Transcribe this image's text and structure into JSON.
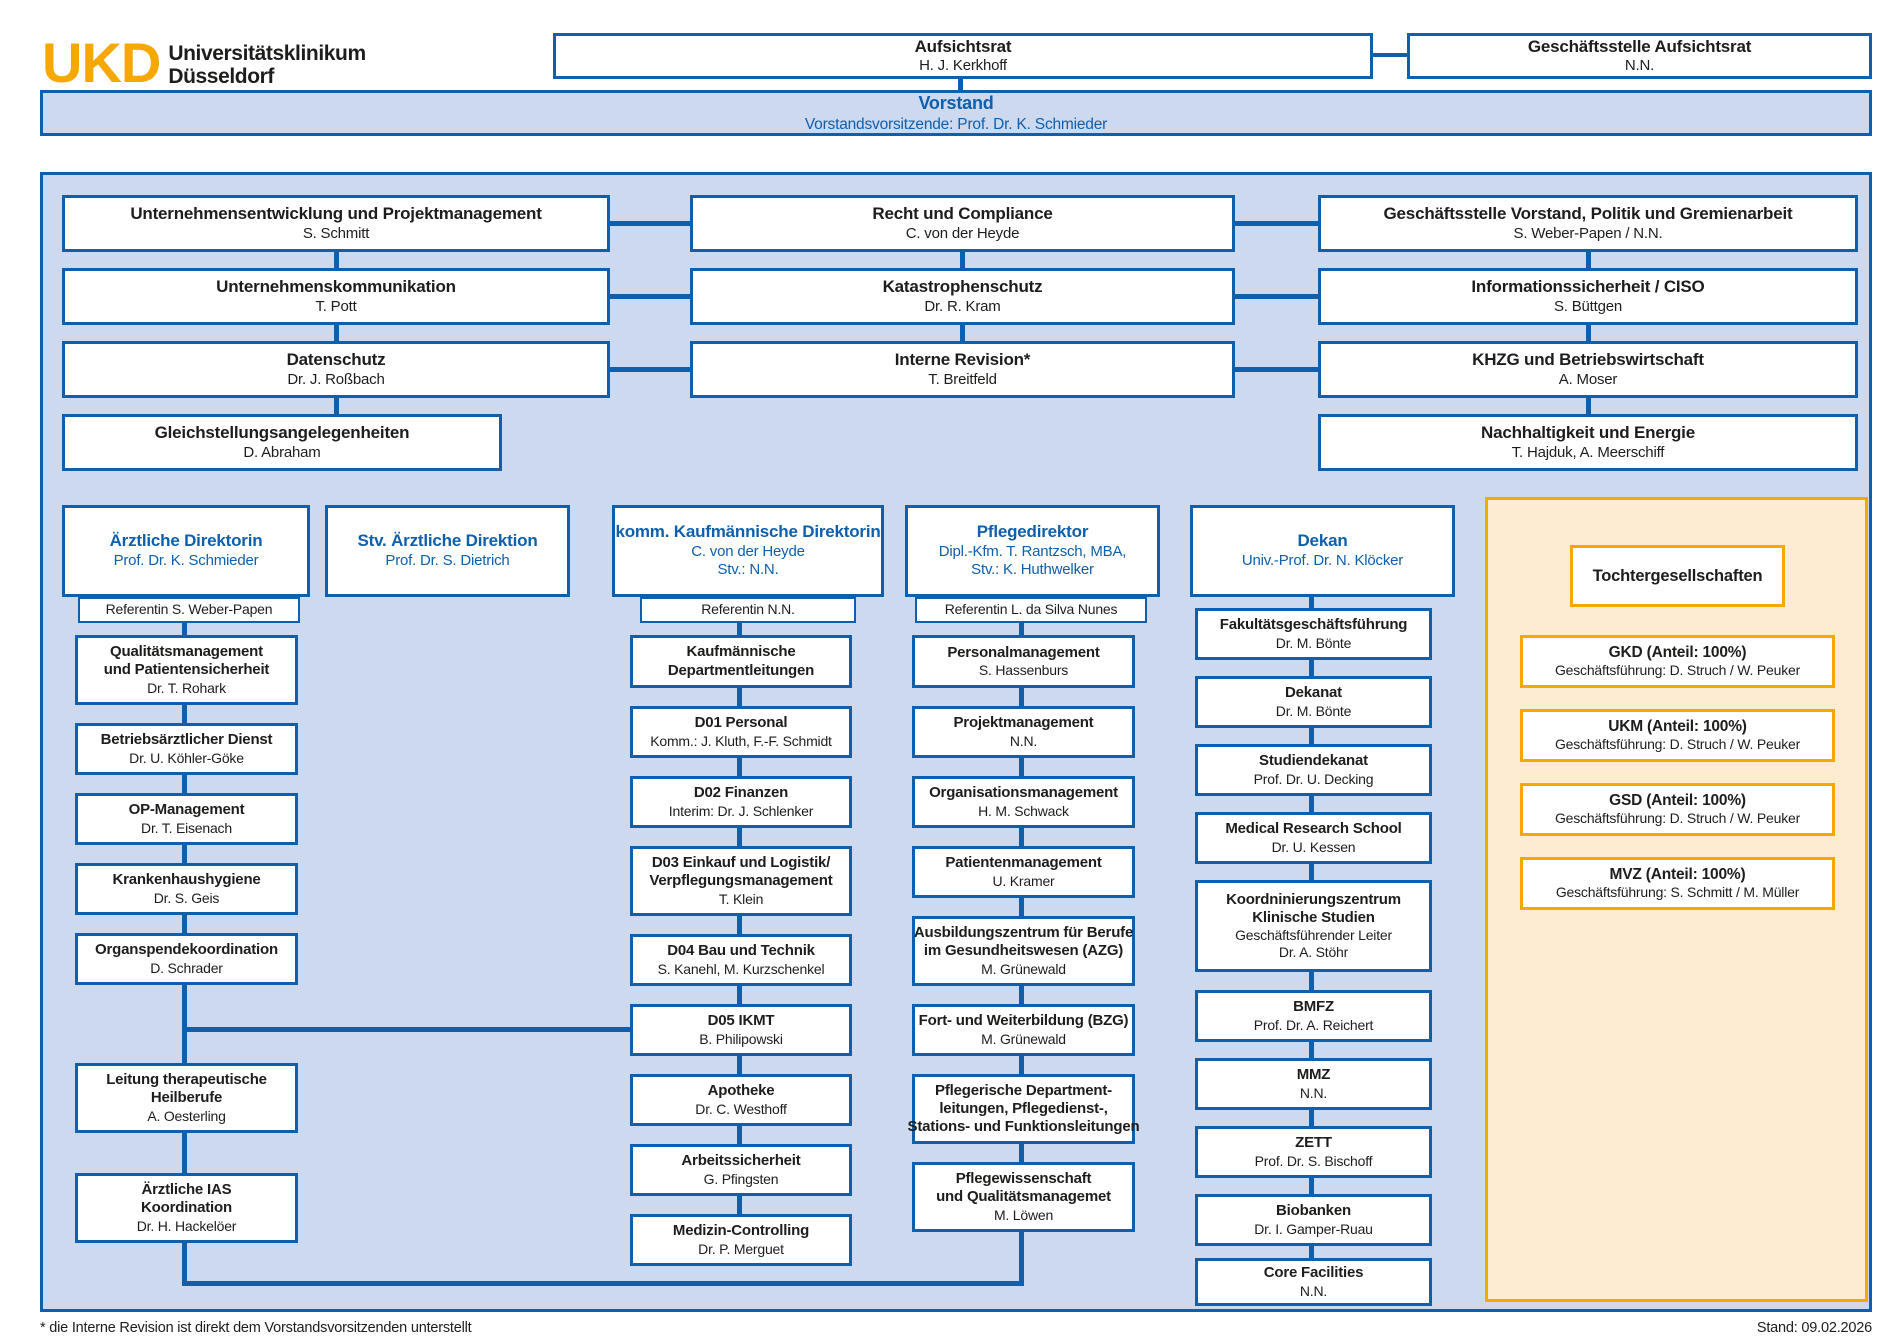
{
  "logo": {
    "abbr": "UKD",
    "line1": "Universitätsklinikum",
    "line2": "Düsseldorf"
  },
  "top": {
    "aufsichtsrat": {
      "title": "Aufsichtsrat",
      "name": "H. J. Kerkhoff"
    },
    "geschaeftsstelle": {
      "title": "Geschäftsstelle Aufsichtsrat",
      "name": "N.N."
    },
    "vorstand": {
      "title": "Vorstand",
      "subtitle": "Vorstandsvorsitzende: Prof. Dr. K. Schmieder"
    }
  },
  "staff_grid": {
    "col_a": [
      {
        "title_lines": [
          "Unternehmensentwicklung und Projektmanagement"
        ],
        "name_lines": [
          "S. Schmitt"
        ]
      },
      {
        "title_lines": [
          "Unternehmenskommunikation"
        ],
        "name_lines": [
          "T. Pott"
        ]
      },
      {
        "title_lines": [
          "Datenschutz"
        ],
        "name_lines": [
          "Dr. J. Roßbach"
        ]
      },
      {
        "title_lines": [
          "Gleichstellungsangelegenheiten"
        ],
        "name_lines": [
          "D. Abraham"
        ]
      }
    ],
    "col_b": [
      {
        "title_lines": [
          "Recht und Compliance"
        ],
        "name_lines": [
          "C. von der Heyde"
        ]
      },
      {
        "title_lines": [
          "Katastrophenschutz"
        ],
        "name_lines": [
          "Dr. R. Kram"
        ]
      },
      {
        "title_lines": [
          "Interne Revision*"
        ],
        "name_lines": [
          "T. Breitfeld"
        ]
      }
    ],
    "col_c": [
      {
        "title_lines": [
          "Geschäftsstelle Vorstand, Politik und Gremienarbeit"
        ],
        "name_lines": [
          "S. Weber-Papen / N.N."
        ]
      },
      {
        "title_lines": [
          "Informationssicherheit / CISO"
        ],
        "name_lines": [
          "S. Büttgen"
        ]
      },
      {
        "title_lines": [
          "KHZG und Betriebswirtschaft"
        ],
        "name_lines": [
          "A. Moser"
        ]
      },
      {
        "title_lines": [
          "Nachhaltigkeit und Energie"
        ],
        "name_lines": [
          "T. Hajduk, A. Meerschiff"
        ]
      }
    ]
  },
  "directorates": [
    {
      "title": "Ärztliche Direktorin",
      "lines": [
        "Prof. Dr. K. Schmieder"
      ],
      "referentin": "Referentin S. Weber-Papen",
      "items": [
        {
          "title_lines": [
            "Qualitätsmanagement",
            "und Patientensicherheit"
          ],
          "name_lines": [
            "Dr. T. Rohark"
          ]
        },
        {
          "title_lines": [
            "Betriebsärztlicher Dienst"
          ],
          "name_lines": [
            "Dr. U. Köhler-Göke"
          ]
        },
        {
          "title_lines": [
            "OP-Management"
          ],
          "name_lines": [
            "Dr. T. Eisenach"
          ]
        },
        {
          "title_lines": [
            "Krankenhaushygiene"
          ],
          "name_lines": [
            "Dr. S. Geis"
          ]
        },
        {
          "title_lines": [
            "Organspendekoordination"
          ],
          "name_lines": [
            "D. Schrader"
          ]
        },
        {
          "title_lines": [
            "Leitung therapeutische",
            "Heilberufe"
          ],
          "name_lines": [
            "A. Oesterling"
          ]
        },
        {
          "title_lines": [
            "Ärztliche IAS",
            "Koordination"
          ],
          "name_lines": [
            "Dr. H. Hackelöer"
          ]
        }
      ]
    },
    {
      "title": "Stv. Ärztliche Direktion",
      "lines": [
        "Prof. Dr. S. Dietrich"
      ],
      "referentin": "",
      "items": []
    },
    {
      "title": "komm. Kaufmännische Direktorin",
      "lines": [
        "C. von der Heyde",
        "Stv.: N.N."
      ],
      "referentin": "Referentin N.N.",
      "items": [
        {
          "title_lines": [
            "Kaufmännische",
            "Departmentleitungen"
          ],
          "name_lines": []
        },
        {
          "title_lines": [
            "D01 Personal"
          ],
          "name_lines": [
            "Komm.: J. Kluth, F.-F. Schmidt"
          ]
        },
        {
          "title_lines": [
            "D02 Finanzen"
          ],
          "name_lines": [
            "Interim: Dr. J. Schlenker"
          ]
        },
        {
          "title_lines": [
            "D03 Einkauf und Logistik/",
            "Verpflegungsmanagement"
          ],
          "name_lines": [
            "T. Klein"
          ]
        },
        {
          "title_lines": [
            "D04 Bau und Technik"
          ],
          "name_lines": [
            "S. Kanehl, M. Kurzschenkel"
          ]
        },
        {
          "title_lines": [
            "D05 IKMT"
          ],
          "name_lines": [
            "B. Philipowski"
          ]
        },
        {
          "title_lines": [
            "Apotheke"
          ],
          "name_lines": [
            "Dr. C. Westhoff"
          ]
        },
        {
          "title_lines": [
            "Arbeitssicherheit"
          ],
          "name_lines": [
            "G. Pfingsten"
          ]
        },
        {
          "title_lines": [
            "Medizin-Controlling"
          ],
          "name_lines": [
            "Dr. P. Merguet"
          ]
        }
      ]
    },
    {
      "title": "Pflegedirektor",
      "lines": [
        "Dipl.-Kfm. T. Rantzsch, MBA,",
        "Stv.: K. Huthwelker"
      ],
      "referentin": "Referentin L. da Silva Nunes",
      "items": [
        {
          "title_lines": [
            "Personalmanagement"
          ],
          "name_lines": [
            "S. Hassenburs"
          ]
        },
        {
          "title_lines": [
            "Projektmanagement"
          ],
          "name_lines": [
            "N.N."
          ]
        },
        {
          "title_lines": [
            "Organisationsmanagement"
          ],
          "name_lines": [
            "H. M. Schwack"
          ]
        },
        {
          "title_lines": [
            "Patientenmanagement"
          ],
          "name_lines": [
            "U. Kramer"
          ]
        },
        {
          "title_lines": [
            "Ausbildungszentrum für Berufe",
            "im Gesundheitswesen (AZG)"
          ],
          "name_lines": [
            "M. Grünewald"
          ]
        },
        {
          "title_lines": [
            "Fort- und Weiterbildung (BZG)"
          ],
          "name_lines": [
            "M. Grünewald"
          ]
        },
        {
          "title_lines": [
            "Pflegerische Department-",
            "leitungen, Pflegedienst-,",
            "Stations- und Funktionsleitungen"
          ],
          "name_lines": []
        },
        {
          "title_lines": [
            "Pflegewissenschaft",
            "und Qualitätsmanagemet"
          ],
          "name_lines": [
            "M. Löwen"
          ]
        }
      ]
    },
    {
      "title": "Dekan",
      "lines": [
        "Univ.-Prof. Dr. N. Klöcker"
      ],
      "referentin": "",
      "items": [
        {
          "title_lines": [
            "Fakultätsgeschäftsführung"
          ],
          "name_lines": [
            "Dr. M. Bönte"
          ]
        },
        {
          "title_lines": [
            "Dekanat"
          ],
          "name_lines": [
            "Dr. M. Bönte"
          ]
        },
        {
          "title_lines": [
            "Studiendekanat"
          ],
          "name_lines": [
            "Prof. Dr. U. Decking"
          ]
        },
        {
          "title_lines": [
            "Medical Research School"
          ],
          "name_lines": [
            "Dr. U. Kessen"
          ]
        },
        {
          "title_lines": [
            "Koordninierungszentrum",
            "Klinische Studien"
          ],
          "name_lines": [
            "Geschäftsführender Leiter",
            "Dr. A. Stöhr"
          ]
        },
        {
          "title_lines": [
            "BMFZ"
          ],
          "name_lines": [
            "Prof. Dr. A. Reichert"
          ]
        },
        {
          "title_lines": [
            "MMZ"
          ],
          "name_lines": [
            "N.N."
          ]
        },
        {
          "title_lines": [
            "ZETT"
          ],
          "name_lines": [
            "Prof. Dr. S. Bischoff"
          ]
        },
        {
          "title_lines": [
            "Biobanken"
          ],
          "name_lines": [
            "Dr. I. Gamper-Ruau"
          ]
        },
        {
          "title_lines": [
            "Core Facilities"
          ],
          "name_lines": [
            "N.N."
          ]
        }
      ]
    }
  ],
  "subsidiaries": {
    "title": "Tochtergesellschaften",
    "items": [
      {
        "title_lines": [
          "GKD (Anteil: 100%)"
        ],
        "name_lines": [
          "Geschäftsführung: D. Struch / W. Peuker"
        ]
      },
      {
        "title_lines": [
          "UKM (Anteil: 100%)"
        ],
        "name_lines": [
          "Geschäftsführung: D. Struch / W. Peuker"
        ]
      },
      {
        "title_lines": [
          "GSD (Anteil: 100%)"
        ],
        "name_lines": [
          "Geschäftsführung: D. Struch / W. Peuker"
        ]
      },
      {
        "title_lines": [
          "MVZ (Anteil: 100%)"
        ],
        "name_lines": [
          "Geschäftsführung: S. Schmitt / M. Müller"
        ]
      }
    ]
  },
  "footer": {
    "note": "* die Interne Revision ist direkt dem Vorstandsvorsitzenden unterstellt",
    "stand": "Stand: 09.02.2026"
  },
  "colors": {
    "blue": "#0e5fad",
    "panel_blue": "#cdd9ee",
    "orange": "#f6a800",
    "panel_orange": "#fdecd2",
    "text_dark": "#1d1d1b"
  }
}
